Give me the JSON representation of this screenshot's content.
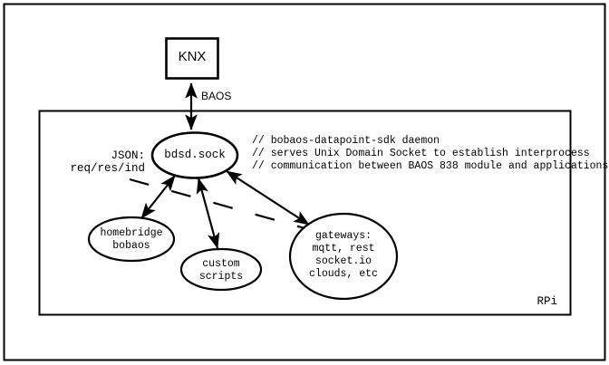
{
  "diagram": {
    "type": "block-diagram",
    "title_visible": false,
    "colors": {
      "stroke": "#000000",
      "fill": "#ffffff",
      "text": "#000000"
    },
    "outer_frame": {
      "name": "outer-frame",
      "label": ""
    },
    "rpi_box": {
      "name": "rpi-boundary-box",
      "label": "RPi"
    },
    "nodes": {
      "knx": {
        "shape": "rectangle",
        "label": "KNX"
      },
      "bdsd_sock": {
        "shape": "ellipse",
        "label": "bdsd.sock"
      },
      "homebridge": {
        "shape": "ellipse",
        "line1": "homebridge",
        "line2": "bobaos"
      },
      "custom_scripts": {
        "shape": "ellipse",
        "line1": "custom",
        "line2": "scripts"
      },
      "gateways": {
        "shape": "ellipse",
        "line1": "gateways:",
        "line2": "mqtt, rest",
        "line3": "socket.io",
        "line4": "clouds, etc"
      }
    },
    "edges": {
      "knx_to_bdsd": {
        "label": "BAOS",
        "arrow": "double"
      },
      "json_label": {
        "line1": "JSON:",
        "line2": "req/res/ind",
        "style": "dashed-leader"
      },
      "bdsd_to_homebridge": {
        "arrow": "double",
        "label": ""
      },
      "bdsd_to_custom": {
        "arrow": "double",
        "label": ""
      },
      "bdsd_to_gateways": {
        "arrow": "double",
        "label": ""
      }
    },
    "comments": {
      "line1": "// bobaos-datapoint-sdk daemon",
      "line2": "// serves Unix Domain Socket to establish interprocess",
      "line3": "// communication between BAOS 838 module and applications"
    }
  }
}
